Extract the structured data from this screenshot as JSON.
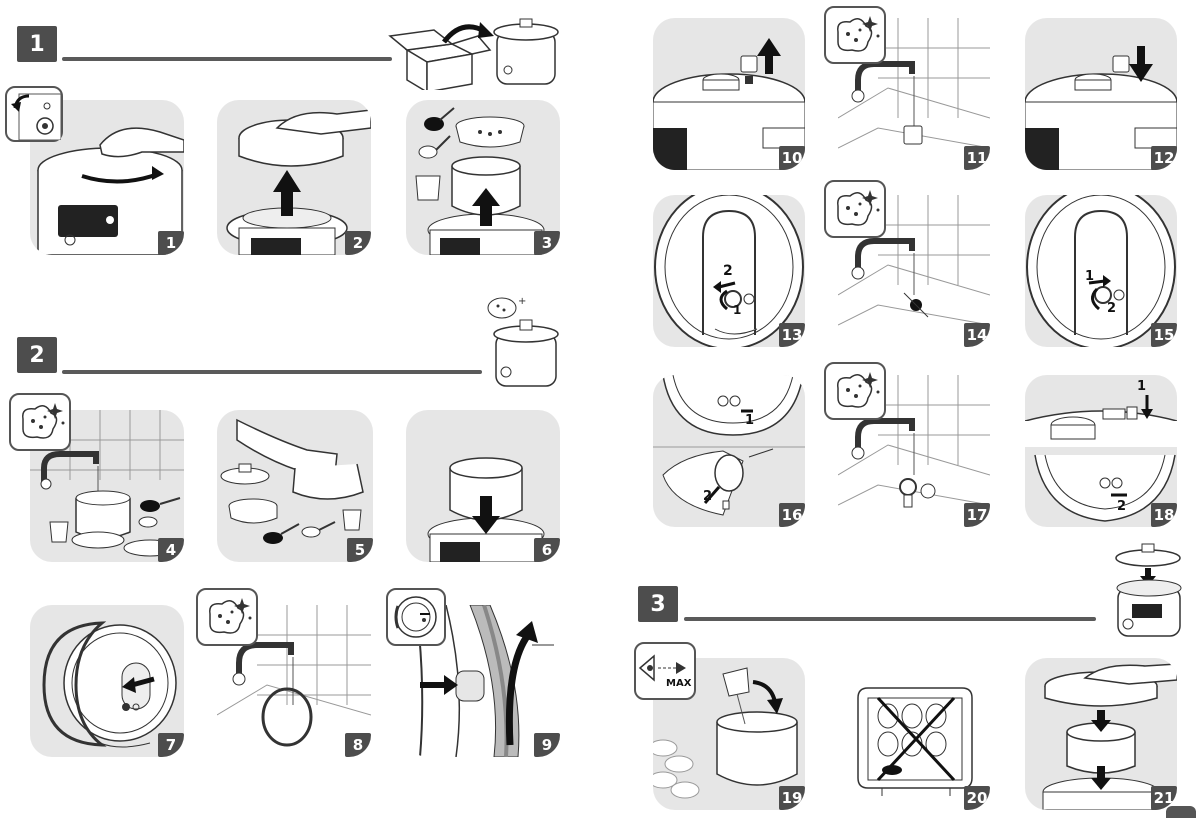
{
  "sections": [
    {
      "number": "1"
    },
    {
      "number": "2"
    },
    {
      "number": "3"
    }
  ],
  "steps": [
    {
      "number": "1"
    },
    {
      "number": "2"
    },
    {
      "number": "3"
    },
    {
      "number": "4"
    },
    {
      "number": "5"
    },
    {
      "number": "6"
    },
    {
      "number": "7"
    },
    {
      "number": "8"
    },
    {
      "number": "9"
    },
    {
      "number": "10"
    },
    {
      "number": "11"
    },
    {
      "number": "12"
    },
    {
      "number": "13"
    },
    {
      "number": "14"
    },
    {
      "number": "15"
    },
    {
      "number": "16"
    },
    {
      "number": "17"
    },
    {
      "number": "18"
    },
    {
      "number": "19"
    },
    {
      "number": "20"
    },
    {
      "number": "21"
    }
  ],
  "callouts": {
    "step13": {
      "a": "2",
      "b": "1"
    },
    "step15": {
      "a": "1",
      "b": "2"
    },
    "step16": {
      "a": "1",
      "b": "2"
    },
    "step18": {
      "a": "1",
      "b": "2"
    },
    "step19": {
      "max_label": "MAX"
    }
  },
  "colors": {
    "panel_bg": "#e6e6e6",
    "badge_dark": "#4d4d4d",
    "line": "#333333",
    "accent_black": "#111111"
  },
  "icons": {
    "cleaning_badge": "sponge-sparkle-icon",
    "max_badge": "eye-max-level-icon"
  }
}
